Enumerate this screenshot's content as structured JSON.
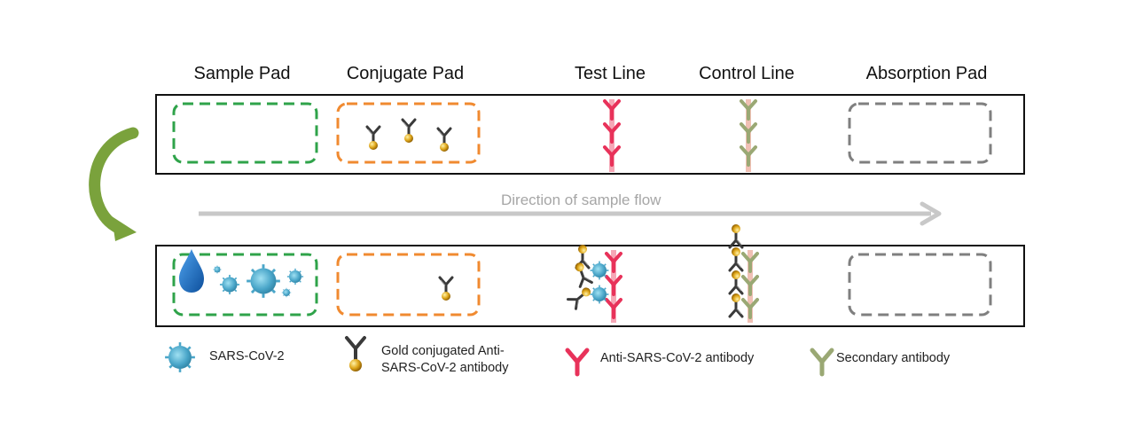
{
  "headers": {
    "sample_pad": "Sample Pad",
    "conjugate_pad": "Conjugate Pad",
    "test_line": "Test Line",
    "control_line": "Control Line",
    "absorption_pad": "Absorption Pad"
  },
  "flow": {
    "label": "Direction of sample flow"
  },
  "legend": {
    "sars_cov_2": "SARS-CoV-2",
    "gold_ab_line1": "Gold conjugated Anti-",
    "gold_ab_line2": "SARS-CoV-2 antibody",
    "anti_sars_ab": "Anti-SARS-CoV-2 antibody",
    "secondary_ab": "Secondary antibody"
  },
  "colors": {
    "sample_pad": "#2fa34a",
    "conjugate_pad": "#f08a30",
    "absorption_pad": "#7f7f7f",
    "test_antibody": "#e8325a",
    "secondary_antibody": "#9aa874",
    "gold": "#d9a21b",
    "virus": "#4aa6c9",
    "droplet": "#1f6fc4",
    "curved_arrow": "#7aa23c",
    "flow_arrow": "#c8c8c8"
  }
}
